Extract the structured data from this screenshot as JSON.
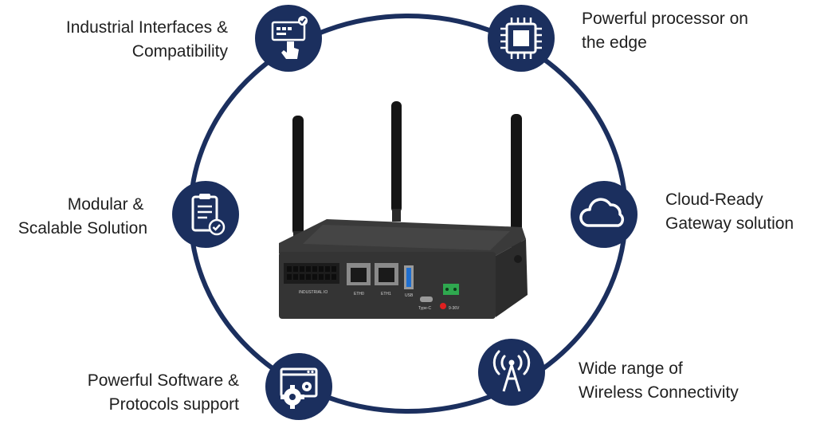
{
  "diagram": {
    "colors": {
      "ring": "#1b2f5e",
      "node": "#1b2f5e",
      "icon": "#ffffff"
    },
    "features": [
      {
        "id": "industrial",
        "icon": "touch-panel-icon",
        "lines": [
          "Industrial Interfaces &",
          "Compatibility"
        ]
      },
      {
        "id": "processor",
        "icon": "cpu-chip-icon",
        "lines": [
          "Powerful processor on",
          "the edge"
        ]
      },
      {
        "id": "modular",
        "icon": "clipboard-check-icon",
        "lines": [
          "Modular &",
          "Scalable Solution"
        ]
      },
      {
        "id": "cloud",
        "icon": "cloud-icon",
        "lines": [
          "Cloud-Ready",
          "Gateway solution"
        ]
      },
      {
        "id": "software",
        "icon": "software-gears-icon",
        "lines": [
          "Powerful Software &",
          "Protocols support"
        ]
      },
      {
        "id": "wireless",
        "icon": "antenna-tower-icon",
        "lines": [
          "Wide range of",
          "Wireless Connectivity"
        ]
      }
    ],
    "device": {
      "port_labels": [
        "INDUSTRIAL IO",
        "ETH0",
        "ETH1",
        "USB",
        "Type-C",
        "9-36V"
      ]
    }
  }
}
